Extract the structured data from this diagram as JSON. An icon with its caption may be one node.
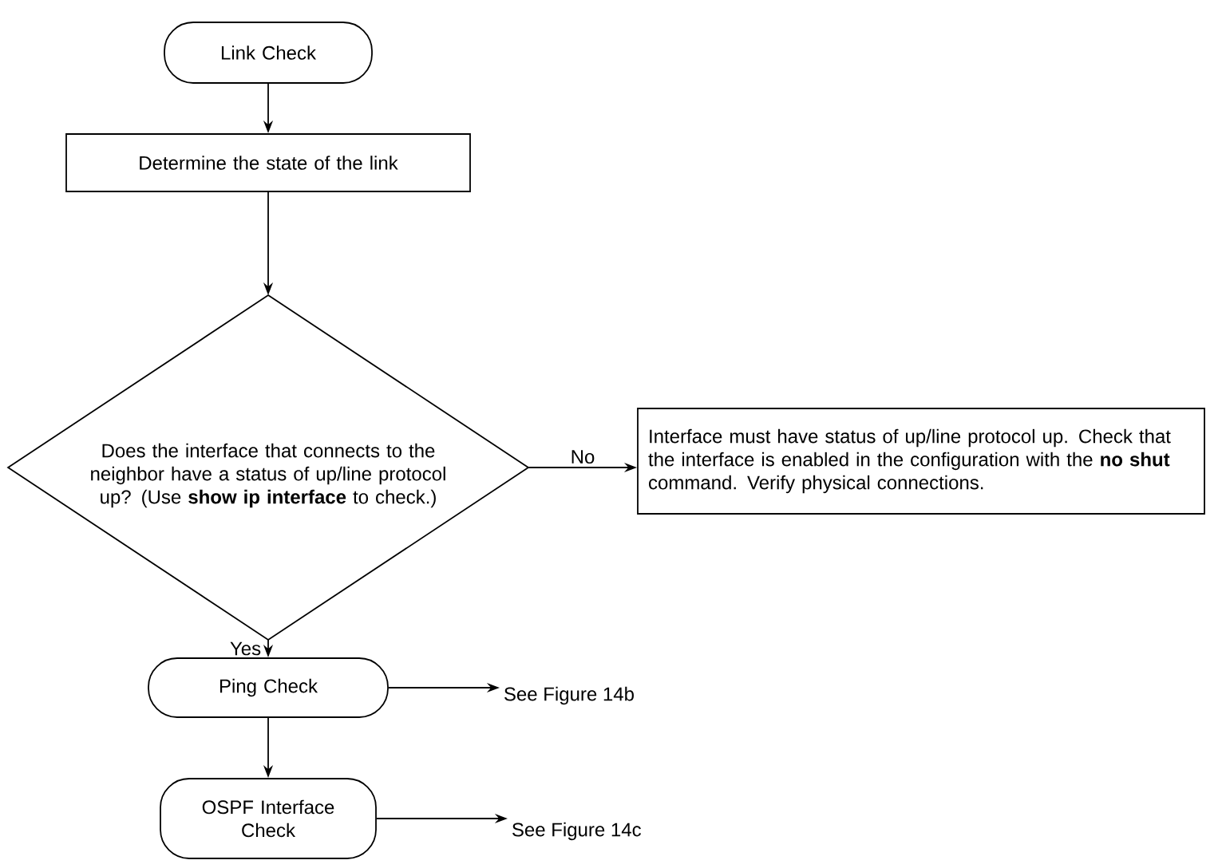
{
  "diagram": {
    "nodes": [
      {
        "text": [
          "Link Check"
        ]
      },
      {
        "text": [
          "Determine the state of the link"
        ]
      },
      {
        "text": [
          "Does the interface that connects to the neighbor have a status of up/line protocol up? (Use **show ip interface** to check.)"
        ]
      },
      {
        "text": [
          "Interface must have status of up/line protocol up. Check that the interface is enabled in the configuration with the **no shut** command. Verify physical connections."
        ]
      },
      {
        "text": [
          "Ping Check"
        ]
      },
      {
        "text": [
          "OSPF Interface Check"
        ]
      },
      {
        "text": [
          "See Figure 14b"
        ]
      },
      {
        "text": [
          "See Figure 14c"
        ]
      }
    ],
    "edges": [
      {
        "from": 0,
        "to": 1,
        "arrow": "to"
      },
      {
        "from": 1,
        "to": 2,
        "arrow": "to"
      },
      {
        "from": 2,
        "to": 3,
        "arrow": "to",
        "label": "No"
      },
      {
        "from": 2,
        "to": 4,
        "arrow": "to",
        "label": "Yes"
      },
      {
        "from": 4,
        "to": 6,
        "arrow": "to"
      },
      {
        "from": 4,
        "to": 5,
        "arrow": "to"
      },
      {
        "from": 5,
        "to": 7,
        "arrow": "to"
      }
    ]
  }
}
